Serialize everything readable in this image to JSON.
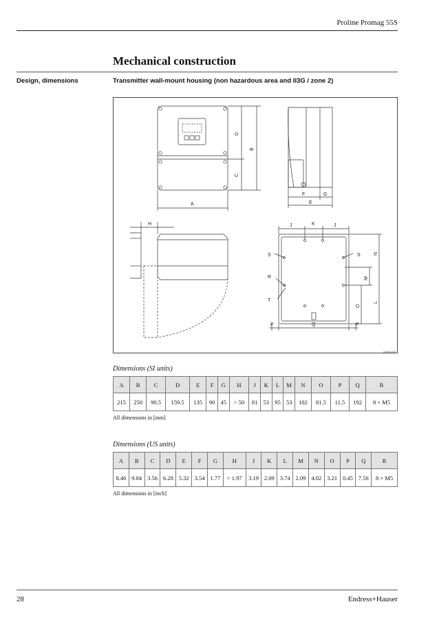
{
  "header": {
    "product": "Proline Promag 55S"
  },
  "section": {
    "title": "Mechanical construction"
  },
  "side_label": "Design, dimensions",
  "subtitle": "Transmitter wall-mount housing (non hazardous area and II3G / zone 2)",
  "figure": {
    "ref": "A0001150",
    "dim_labels": {
      "A": "A",
      "B": "B",
      "C": "C",
      "D": "D",
      "E": "E",
      "F": "F",
      "G": "G",
      "H": "H",
      "J": "J",
      "K": "K",
      "L": "L",
      "M": "M",
      "N": "N",
      "O": "O",
      "P": "P",
      "Q": "Q",
      "R": "R",
      "S": "S",
      "T": "T"
    }
  },
  "si_table": {
    "caption": "Dimensions (SI units)",
    "headers": [
      "A",
      "B",
      "C",
      "D",
      "E",
      "F",
      "G",
      "H",
      "J",
      "K",
      "L",
      "M",
      "N",
      "O",
      "P",
      "Q",
      "R"
    ],
    "values": [
      "215",
      "250",
      "90.5",
      "159.5",
      "135",
      "90",
      "45",
      "> 50",
      "81",
      "53",
      "95",
      "53",
      "102",
      "81.5",
      "11.5",
      "192",
      "8 × M5"
    ],
    "note": "All dimensions in [mm]"
  },
  "us_table": {
    "caption": "Dimensions (US units)",
    "headers": [
      "A",
      "B",
      "C",
      "D",
      "E",
      "F",
      "G",
      "H",
      "J",
      "K",
      "L",
      "M",
      "N",
      "O",
      "P",
      "Q",
      "R"
    ],
    "values": [
      "8.46",
      "9.84",
      "3.56",
      "6.28",
      "5.32",
      "3.54",
      "1.77",
      "> 1.97",
      "3.19",
      "2.09",
      "3.74",
      "2.09",
      "4.02",
      "3.21",
      "0.45",
      "7.56",
      "8 × M5"
    ],
    "note": "All dimensions in [inch]"
  },
  "footer": {
    "page": "28",
    "brand": "Endress+Hauser"
  }
}
